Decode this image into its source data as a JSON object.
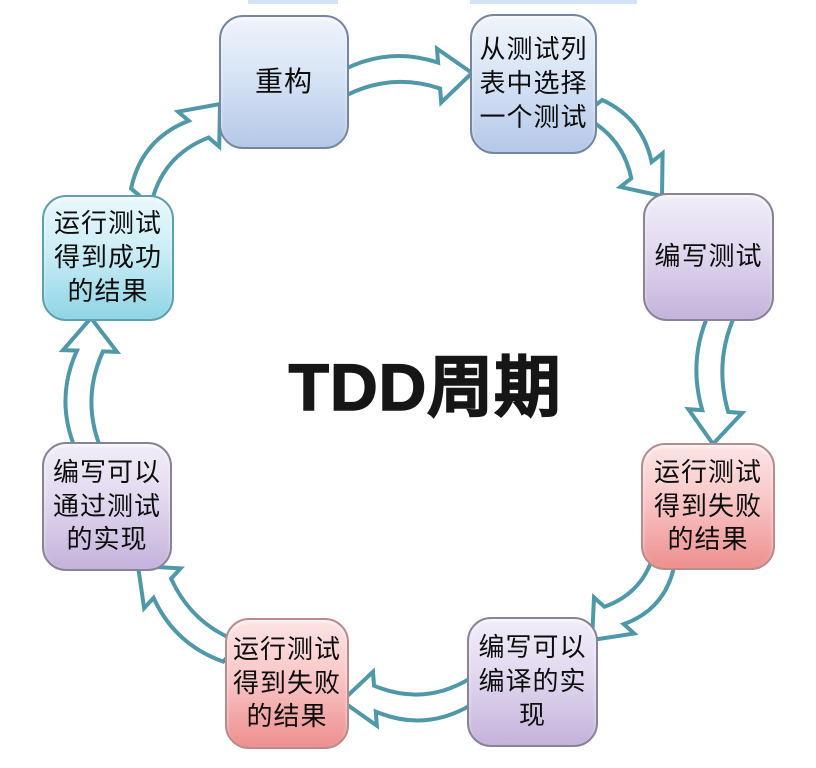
{
  "title": "TDD周期",
  "nodes": [
    {
      "name": "refactor",
      "label": "重构",
      "palette": "blue"
    },
    {
      "name": "select-test",
      "label": "从测试列\n表中选择\n一个测试",
      "palette": "blue"
    },
    {
      "name": "write-test",
      "label": "编写测试",
      "palette": "purple"
    },
    {
      "name": "run-test-fail-right",
      "label": "运行测试\n得到失败\n的结果",
      "palette": "red"
    },
    {
      "name": "write-compiling-impl",
      "label": "编写可以\n编译的实\n现",
      "palette": "purple"
    },
    {
      "name": "run-test-fail-left",
      "label": "运行测试\n得到失败\n的结果",
      "palette": "red"
    },
    {
      "name": "write-passing-impl",
      "label": "编写可以\n通过测试\n的实现",
      "palette": "purple"
    },
    {
      "name": "run-test-success",
      "label": "运行测试\n得到成功\n的结果",
      "palette": "cyan"
    }
  ],
  "colors": {
    "arrow_outline": "#4e98a8",
    "arrow_fill": "#ffffff",
    "node_blue": "#b5c8e8",
    "node_purple": "#c4b3db",
    "node_red": "#ee8f8f",
    "node_cyan": "#8fd5e5",
    "title_text": "#161616"
  }
}
